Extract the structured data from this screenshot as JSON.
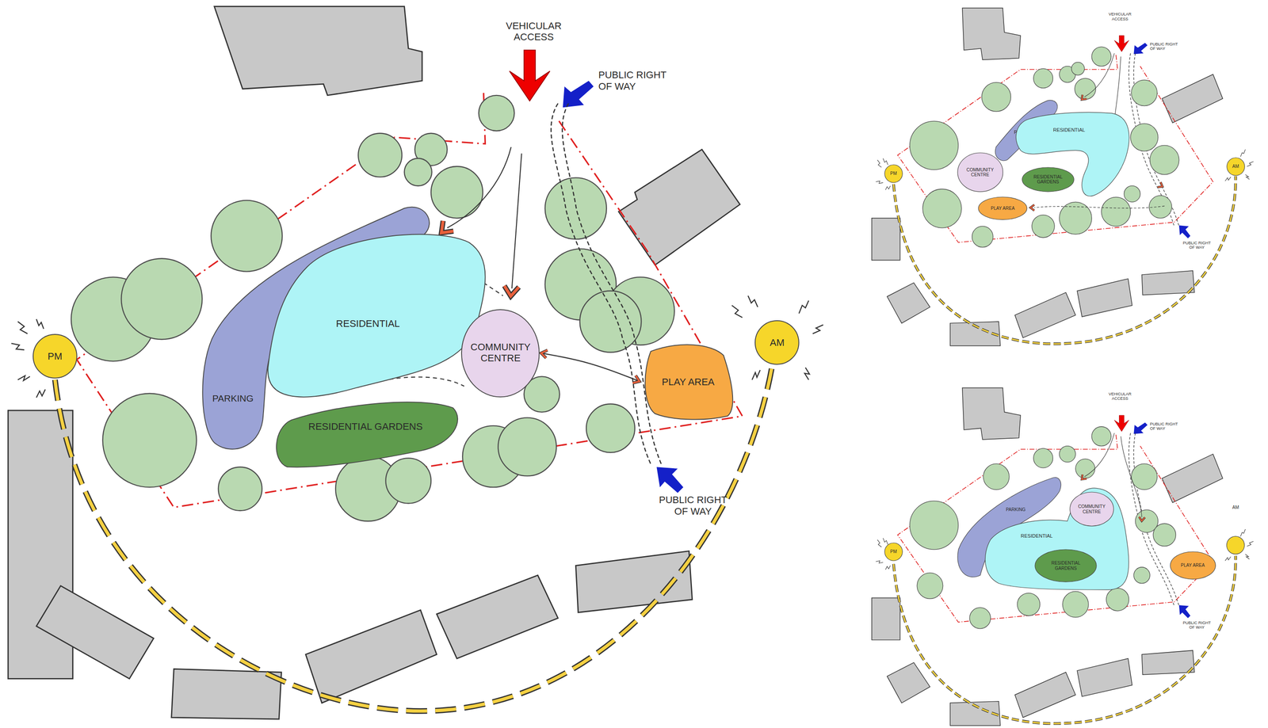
{
  "diagram": {
    "nodes": [
      {
        "text": [
          "PM"
        ]
      },
      {
        "text": [
          "PARKING"
        ]
      },
      {
        "text": [
          "RESIDENTIAL"
        ]
      },
      {
        "text": [
          "COMMUNITY CENTRE"
        ]
      },
      {
        "text": [
          "RESIDENTIAL GARDENS"
        ]
      },
      {
        "text": [
          "PLAY AREA"
        ]
      },
      {
        "text": [
          "AM"
        ]
      },
      {
        "text": [
          "PM"
        ]
      },
      {
        "text": [
          "PARKING"
        ]
      },
      {
        "text": [
          "RESIDENTIAL"
        ]
      },
      {
        "text": [
          "COMMUNITY CENTRE"
        ]
      },
      {
        "text": [
          "RESIDENTIAL GARDENS"
        ]
      },
      {
        "text": [
          "PLAY AREA"
        ]
      },
      {
        "text": [
          "AM"
        ]
      },
      {
        "text": [
          "PM"
        ]
      },
      {
        "text": [
          "PARKING"
        ]
      },
      {
        "text": [
          "RESIDENTIAL"
        ]
      },
      {
        "text": [
          "COMMUNITY CENTRE"
        ]
      },
      {
        "text": [
          "RESIDENTIAL GARDENS"
        ]
      },
      {
        "text": [
          "PLAY AREA"
        ]
      },
      {
        "text": [
          "AM"
        ]
      }
    ],
    "edges": [
      {
        "from": 3,
        "to": 5,
        "arrow": "both"
      }
    ],
    "labels": [
      "VEHICULAR ACCESS",
      "PUBLIC RIGHT OF WAY",
      "PUBLIC RIGHT OF WAY",
      "VEHICULAR ACCESS",
      "PUBLIC RIGHT OF WAY",
      "PUBLIC RIGHT OF WAY",
      "VEHICULAR ACCESS",
      "PUBLIC RIGHT OF WAY",
      "PUBLIC RIGHT OF WAY"
    ]
  }
}
